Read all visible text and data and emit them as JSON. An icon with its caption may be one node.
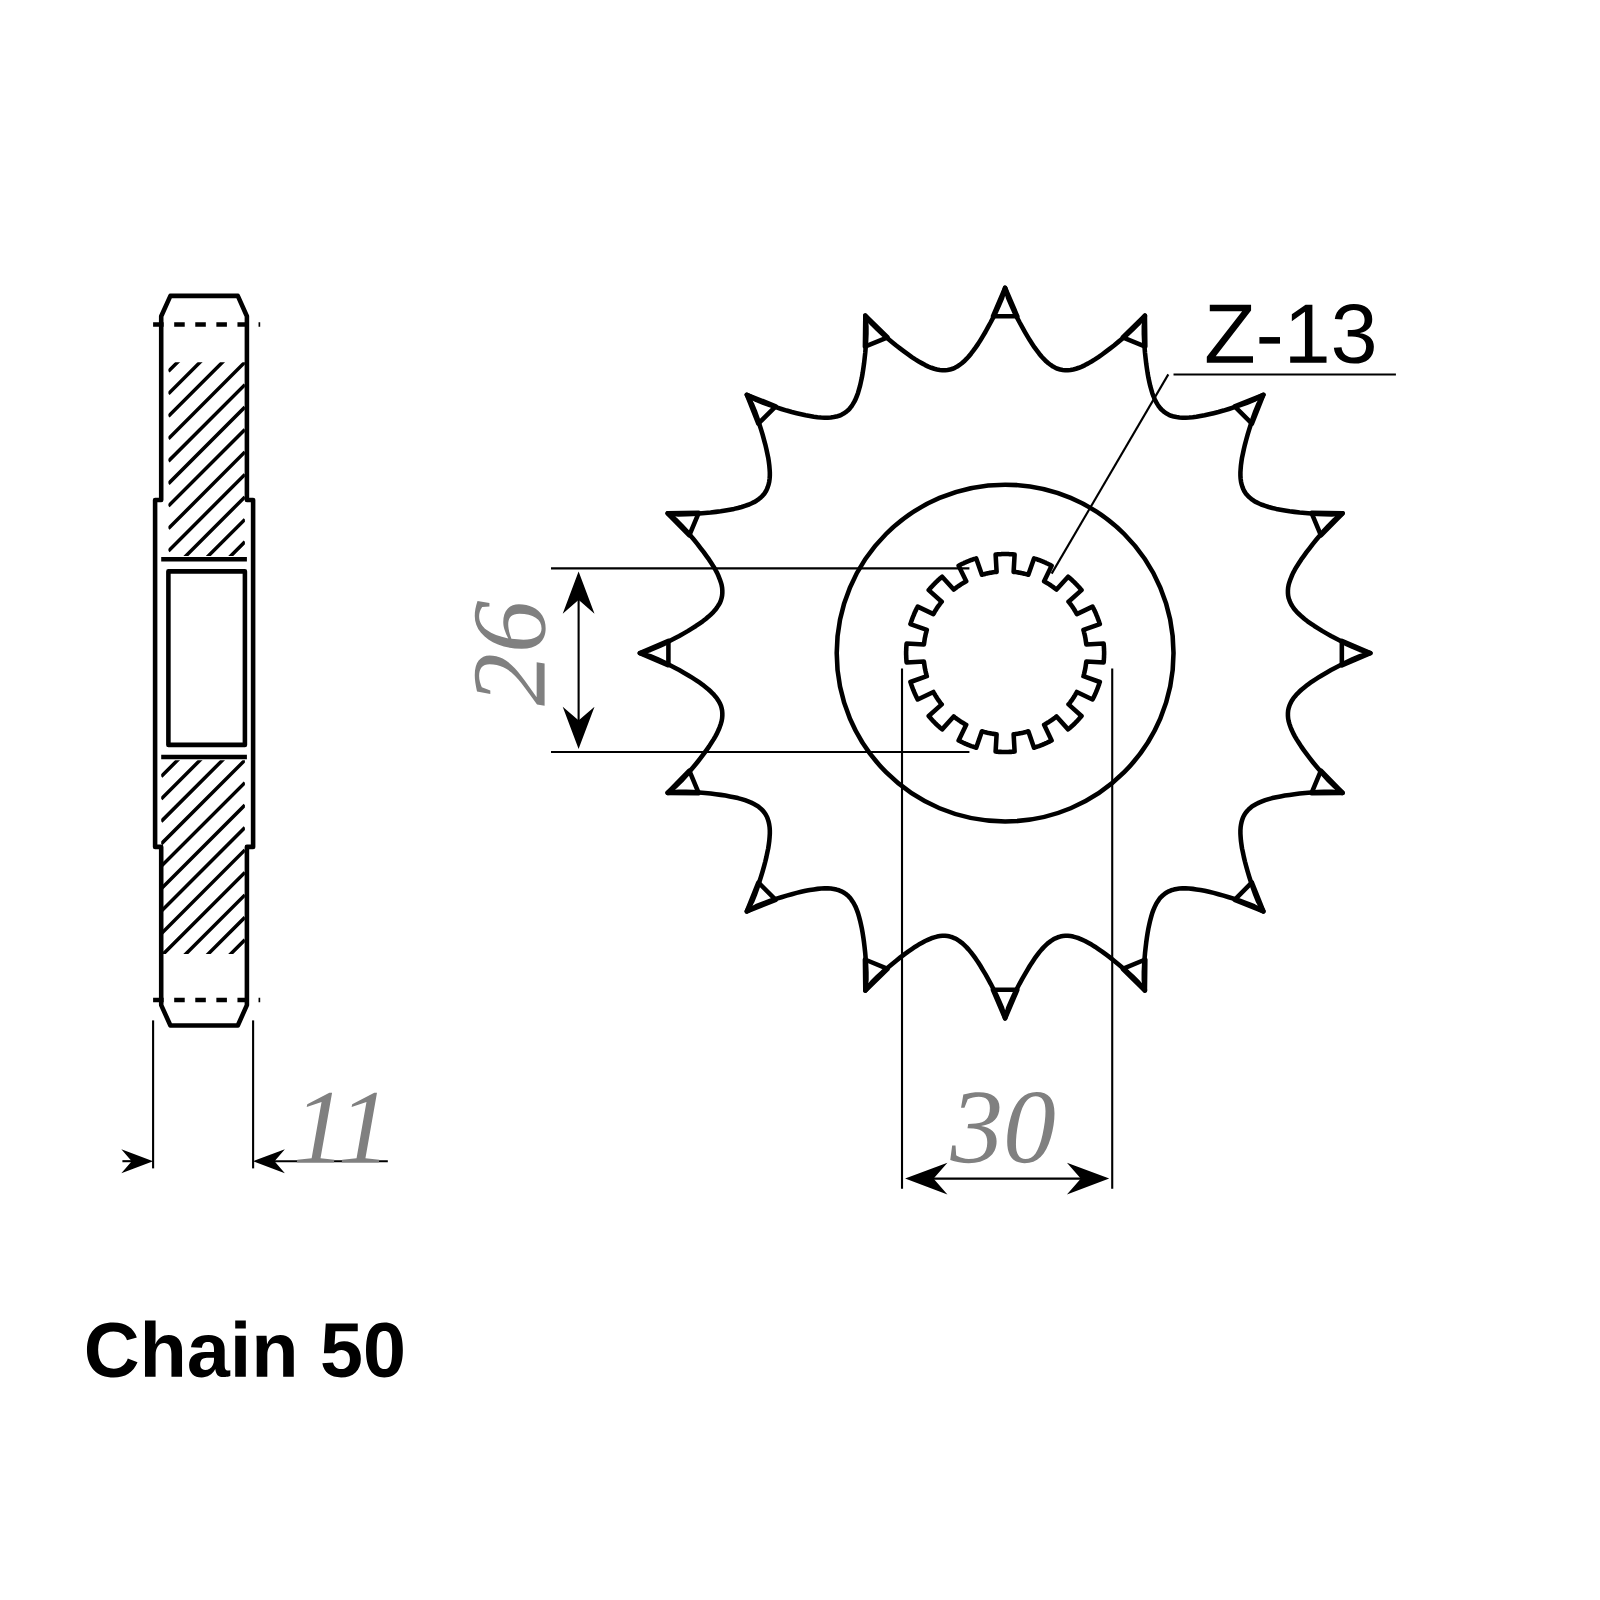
{
  "diagram": {
    "nodes": [
      {
        "text": [
          "Z-13"
        ]
      },
      {
        "text": [],
        "shape": "gear"
      }
    ],
    "edges": [
      {
        "from": 0,
        "to": 1,
        "arrow": "none"
      }
    ],
    "labels": [
      "26",
      "11",
      "30",
      "Chain 50"
    ]
  }
}
